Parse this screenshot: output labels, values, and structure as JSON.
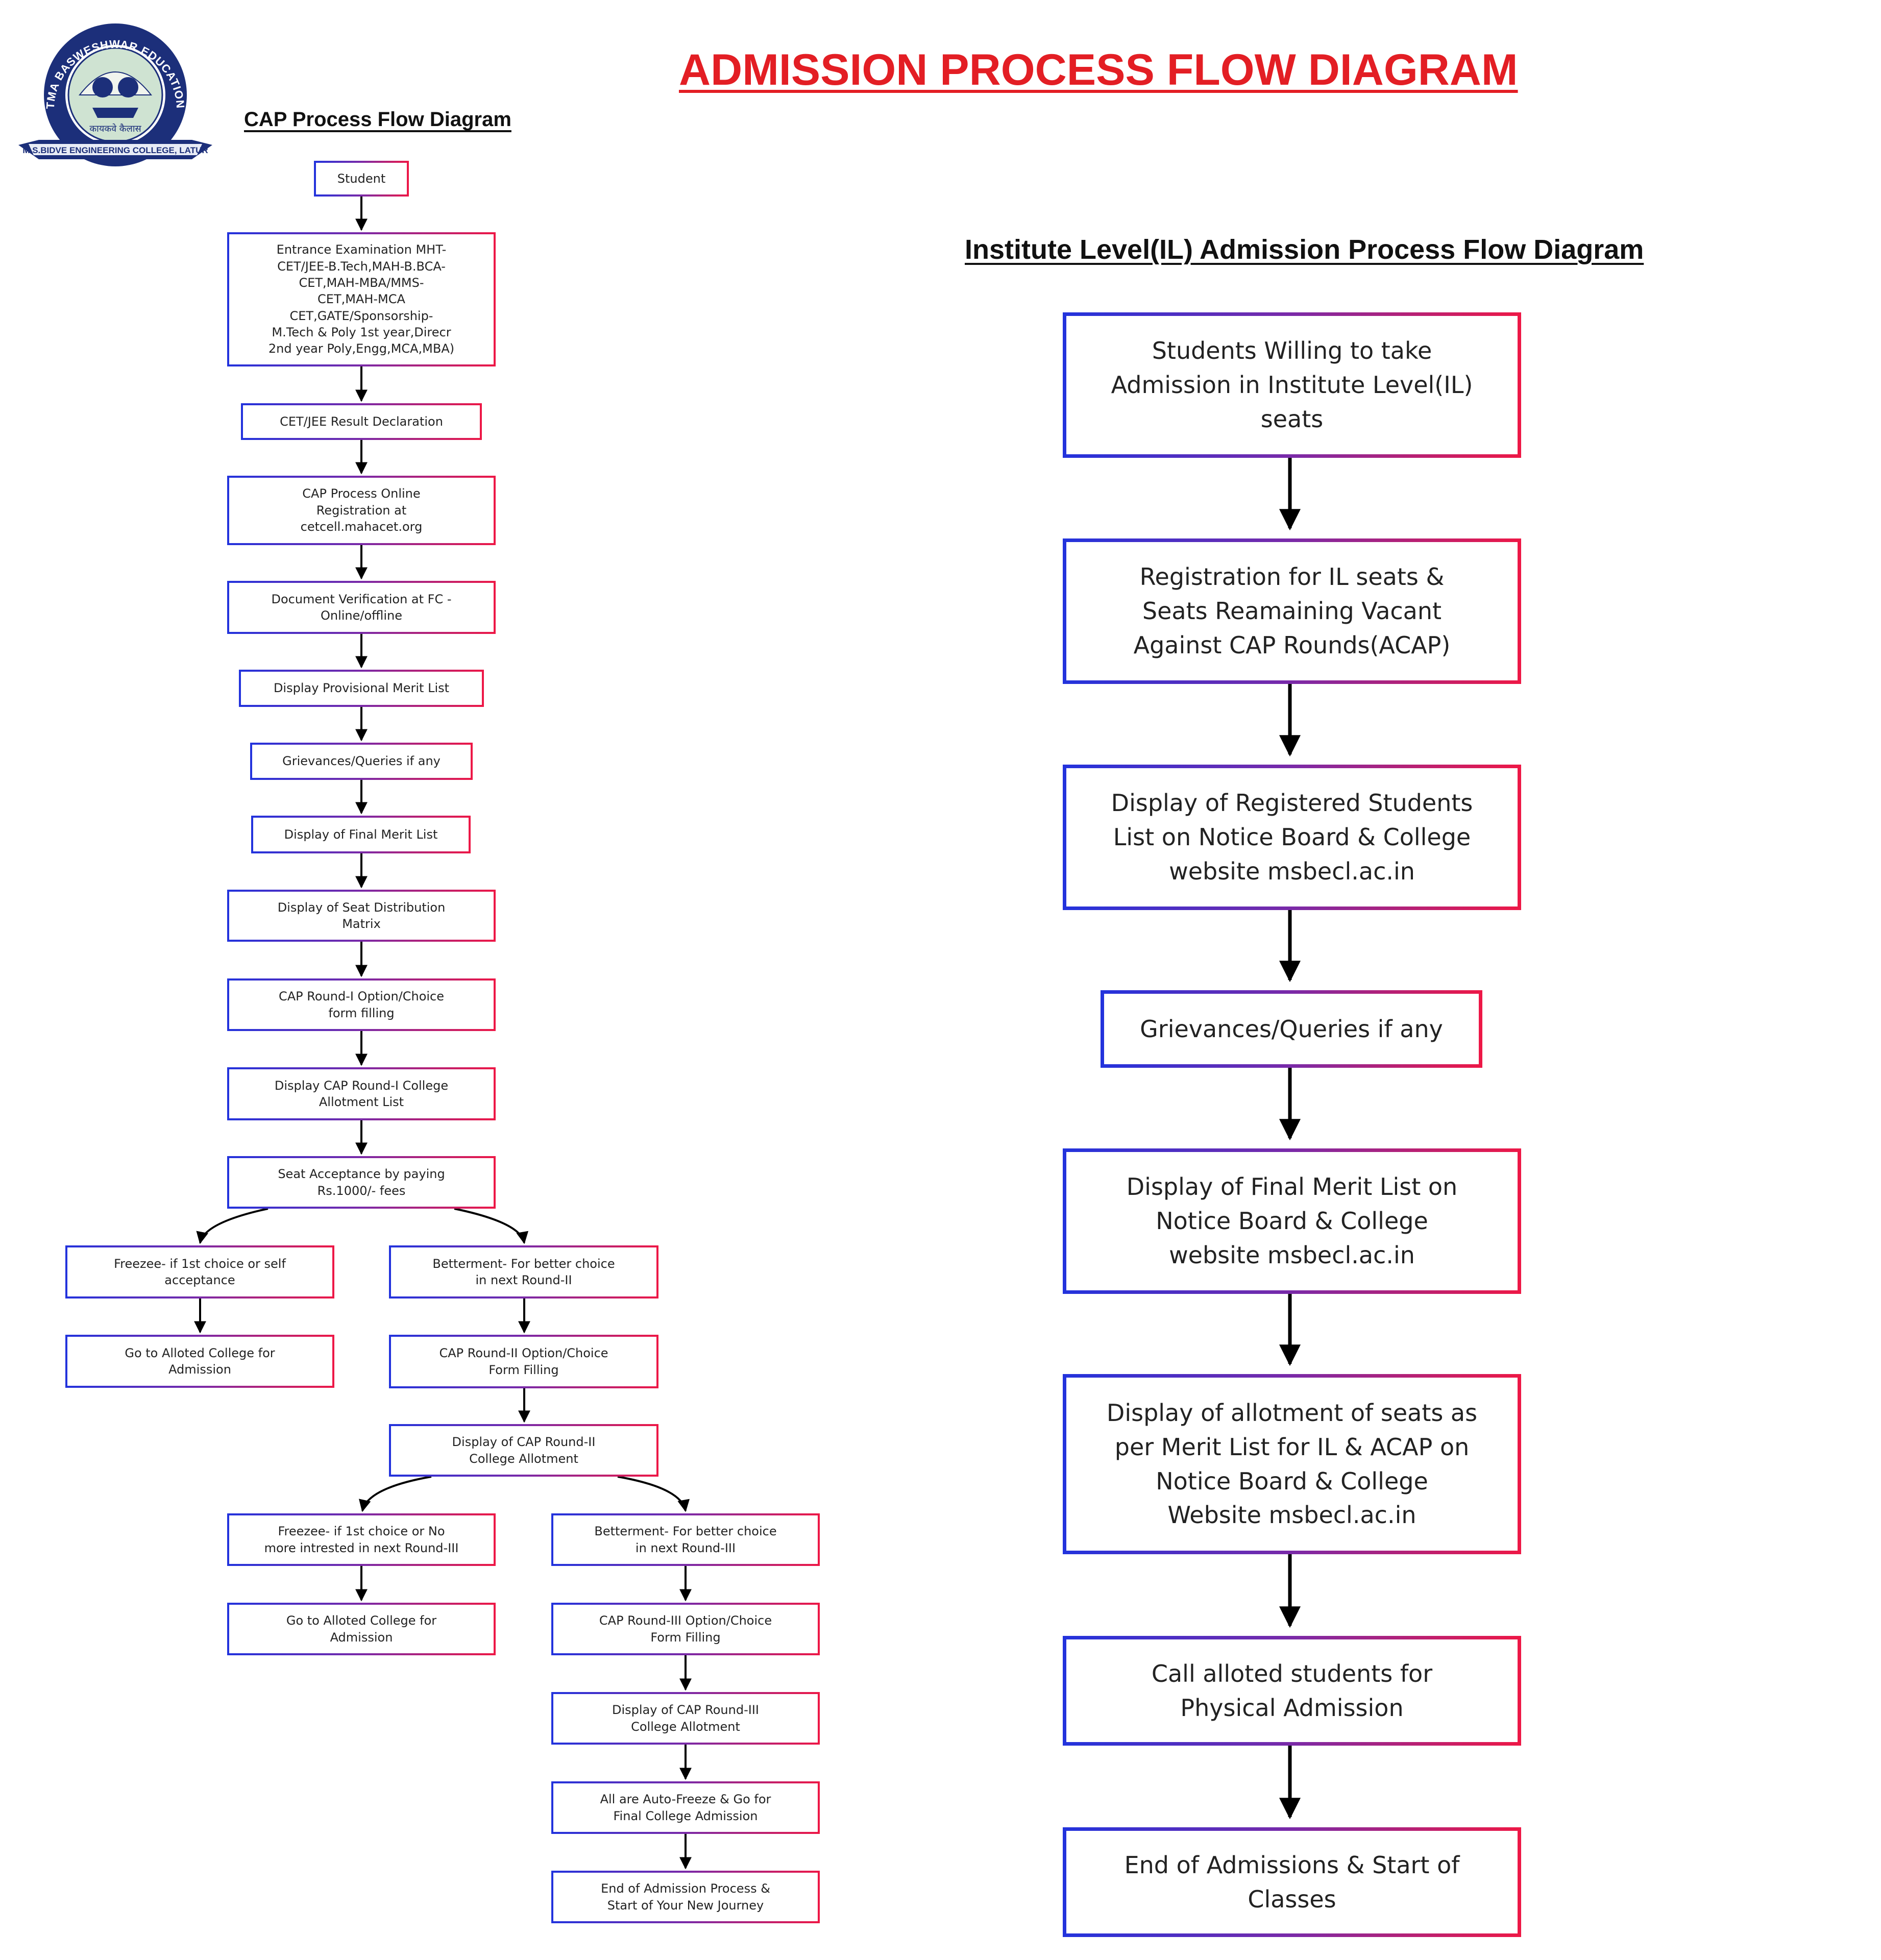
{
  "title": "ADMISSION PROCESS FLOW DIAGRAM",
  "logo": {
    "ring_text": "SHRI MAHATMA BASWESHWAR EDUCATION SOCIETY'S",
    "motto": "कायकवे कैलास",
    "ribbon_text": "M.S.BIDVE ENGINEERING COLLEGE, LATUR"
  },
  "cap": {
    "title": "CAP Process Flow Diagram",
    "steps": [
      "Student",
      "Entrance Examination MHT-\nCET/JEE-B.Tech,MAH-B.BCA-\nCET,MAH-MBA/MMS-\nCET,MAH-MCA\nCET,GATE/Sponsorship-\nM.Tech & Poly 1st year,Direcr\n2nd year Poly,Engg,MCA,MBA)",
      "CET/JEE Result Declaration",
      "CAP Process Online\nRegistration at\ncetcell.mahacet.org",
      "Document Verification at FC -\nOnline/offline",
      "Display Provisional Merit List",
      "Grievances/Queries if any",
      "Display of Final Merit List",
      "Display of Seat Distribution\nMatrix",
      "CAP Round-I Option/Choice\nform filling",
      "Display CAP Round-I College\nAllotment List",
      "Seat Acceptance by paying\nRs.1000/- fees",
      "Freezee- if 1st choice or self\nacceptance",
      "Go to Alloted College for\nAdmission",
      "Betterment- For better choice\nin next Round-II",
      "CAP Round-II Option/Choice\nForm Filling",
      "Display of CAP Round-II\nCollege Allotment",
      "Freezee- if 1st choice or No\nmore intrested in next Round-III",
      "Go to Alloted College for\nAdmission",
      "Betterment- For better choice\nin next Round-III",
      "CAP Round-III Option/Choice\nForm Filling",
      "Display of CAP Round-III\nCollege Allotment",
      "All are Auto-Freeze & Go for\nFinal College Admission",
      "End of Admission Process &\nStart of Your New Journey"
    ]
  },
  "il": {
    "title": "Institute Level(IL) Admission Process Flow Diagram",
    "steps": [
      "Students Willing to take\nAdmission in Institute Level(IL)\nseats",
      "Registration for IL seats &\nSeats Reamaining Vacant\nAgainst CAP Rounds(ACAP)",
      "Display of Registered Students\nList on Notice Board & College\nwebsite msbecl.ac.in",
      "Grievances/Queries if any",
      "Display of Final Merit List on\nNotice Board & College\nwebsite msbecl.ac.in",
      "Display of allotment of seats as\nper Merit List for IL & ACAP on\nNotice Board & College\nWebsite msbecl.ac.in",
      "Call alloted students for\nPhysical Admission",
      "End of Admissions & Start of\nClasses"
    ]
  },
  "colors": {
    "title": "#e31e24",
    "border_start": "#2233dd",
    "border_end": "#ee1846"
  }
}
